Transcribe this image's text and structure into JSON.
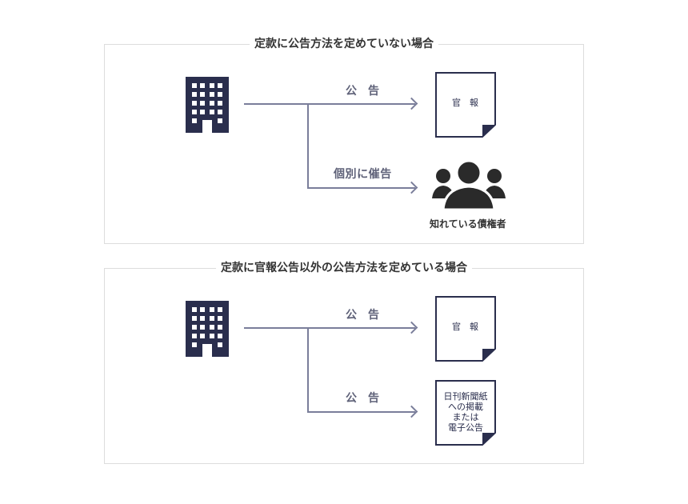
{
  "diagrams": [
    {
      "title": "定款に公告方法を定めていない場合",
      "branches": [
        {
          "label": "公告",
          "target_label": "官報"
        },
        {
          "label": "個別に催告",
          "target_label": "知れている債権者"
        }
      ]
    },
    {
      "title": "定款に官報公告以外の公告方法を定めている場合",
      "branches": [
        {
          "label": "公告",
          "target_label": "官報"
        },
        {
          "label": "公告",
          "target_label": "日刊新聞紙\nへの掲載\nまたは\n電子公告"
        }
      ]
    }
  ],
  "colors": {
    "navy": "#2a2e4d",
    "line": "#7a7e9a",
    "label": "#5e6178",
    "border": "#dddddd"
  },
  "icons": {
    "company": "building-icon",
    "document": "document-icon",
    "creditors": "people-icon"
  }
}
